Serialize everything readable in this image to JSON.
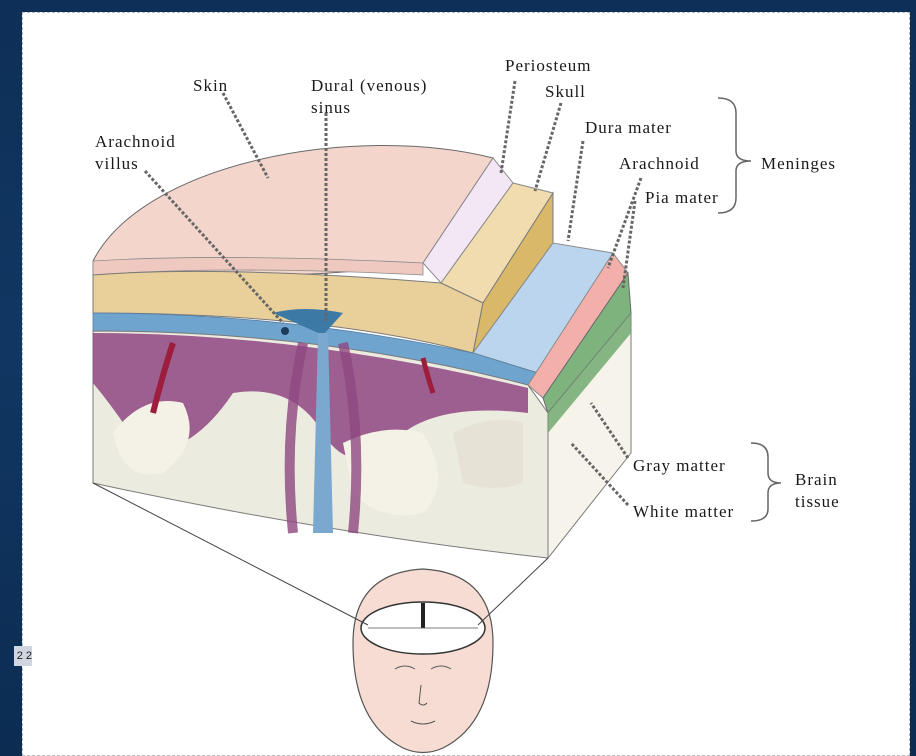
{
  "slide_number": "2 2",
  "labels": {
    "skin": "Skin",
    "dural_sinus_1": "Dural (venous)",
    "dural_sinus_2": "sinus",
    "arachnoid_villus_1": "Arachnoid",
    "arachnoid_villus_2": "villus",
    "periosteum": "Periosteum",
    "skull": "Skull",
    "dura_mater": "Dura mater",
    "arachnoid": "Arachnoid",
    "pia_mater": "Pia mater",
    "meninges": "Meninges",
    "gray_matter": "Gray matter",
    "white_matter": "White matter",
    "brain_tissue_1": "Brain",
    "brain_tissue_2": "tissue"
  },
  "colors": {
    "background": "#0e2f57",
    "skin": "#f2d2cb",
    "periosteum": "#efe6f3",
    "skull": "#e6c27a",
    "dura_mater": "#b9d3ee",
    "arachnoid": "#f0a9a4",
    "pia_mater": "#5fa060",
    "gray_matter": "#8e3f80",
    "white_matter": "#f3f1e6",
    "blood_vessel": "#9c1d3c",
    "venous_sinus": "#3f7fa8"
  }
}
